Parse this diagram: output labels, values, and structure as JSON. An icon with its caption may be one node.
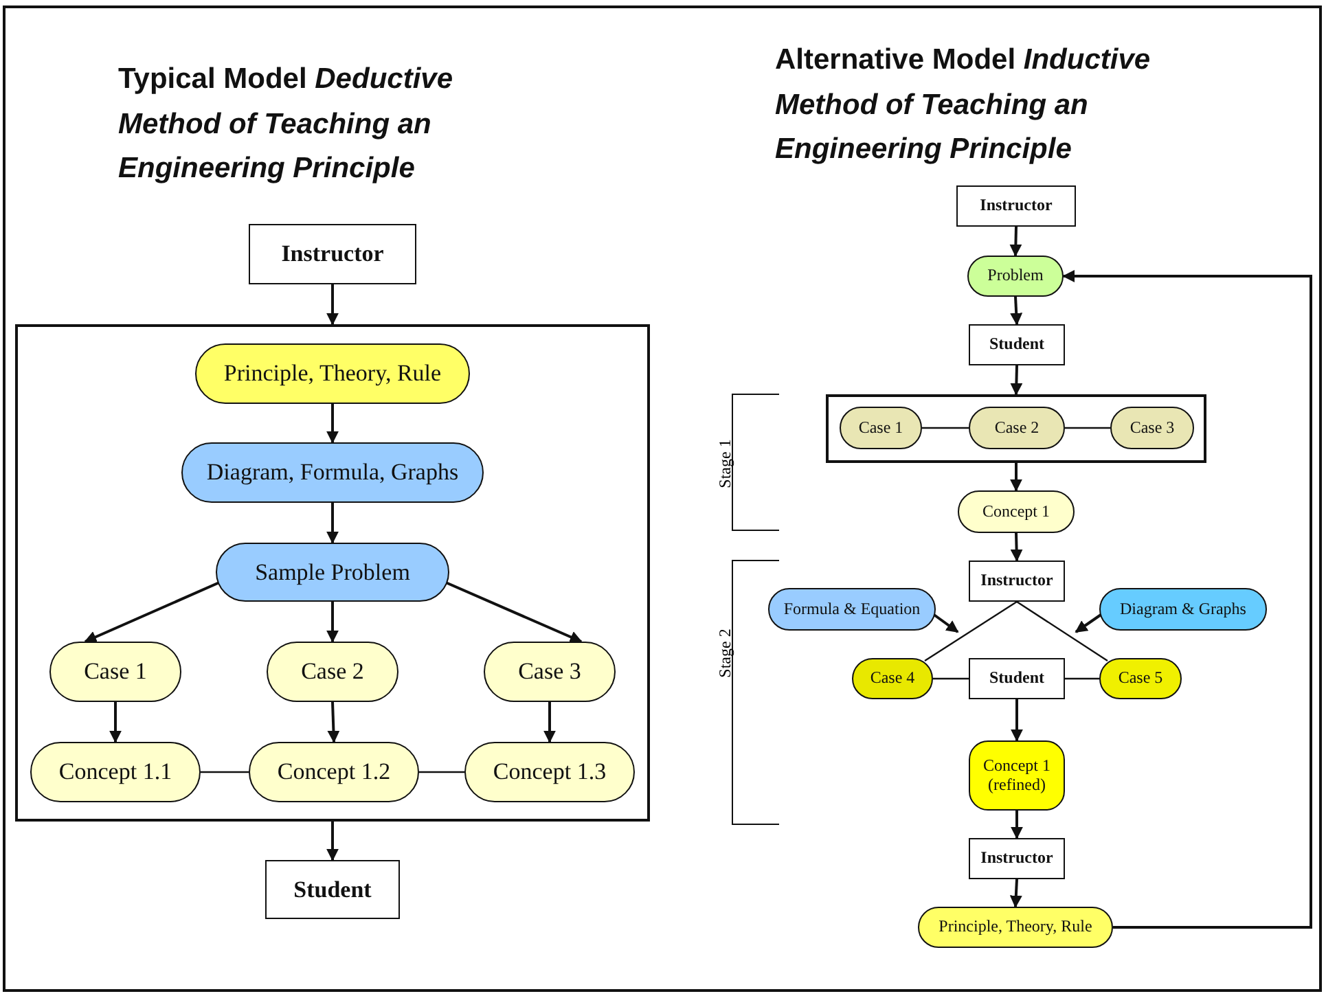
{
  "diagram": {
    "nodes": [
      {
        "text": [
          "Instructor"
        ]
      },
      {
        "text": [],
        "shape": "box"
      },
      {
        "text": [
          "Principle, Theory, Rule"
        ],
        "in": 1
      },
      {
        "text": [
          "Diagram, Formula, Graphs"
        ],
        "in": 1
      },
      {
        "text": [
          "Sample Problem"
        ],
        "in": 1
      },
      {
        "text": [
          "Case 1"
        ],
        "in": 1
      },
      {
        "text": [
          "Case 2"
        ],
        "in": 1
      },
      {
        "text": [
          "Case 3"
        ],
        "in": 1
      },
      {
        "text": [
          "Concept 1.1"
        ],
        "in": 1
      },
      {
        "text": [
          "Concept 1.2"
        ],
        "in": 1
      },
      {
        "text": [
          "Concept 1.3"
        ],
        "in": 1
      },
      {
        "text": [
          "Student"
        ]
      },
      {
        "text": [
          "Instructor"
        ]
      },
      {
        "text": [
          "Problem"
        ]
      },
      {
        "text": [
          "Student"
        ]
      },
      {
        "text": [],
        "shape": "box"
      },
      {
        "text": [
          "Case 1"
        ],
        "in": 15
      },
      {
        "text": [
          "Case 2"
        ],
        "in": 15
      },
      {
        "text": [
          "Case 3"
        ],
        "in": 15
      },
      {
        "text": [
          "Concept 1"
        ]
      },
      {
        "text": [
          "Instructor"
        ]
      },
      {
        "text": [
          "Formula & Equation"
        ]
      },
      {
        "text": [
          "Diagram & Graphs"
        ]
      },
      {
        "text": [
          "Case 4"
        ]
      },
      {
        "text": [
          "Student"
        ]
      },
      {
        "text": [
          "Case 5"
        ]
      },
      {
        "text": [
          "Concept 1 (refined)"
        ]
      },
      {
        "text": [
          "Instructor"
        ]
      },
      {
        "text": [
          "Principle, Theory, Rule"
        ]
      }
    ],
    "edges": [
      {
        "from": 0,
        "to": 1,
        "arrow": "to"
      },
      {
        "from": 2,
        "to": 3,
        "arrow": "to"
      },
      {
        "from": 3,
        "to": 4,
        "arrow": "to"
      },
      {
        "from": 4,
        "to": 5,
        "arrow": "to"
      },
      {
        "from": 4,
        "to": 6,
        "arrow": "to"
      },
      {
        "from": 4,
        "to": 7,
        "arrow": "to"
      },
      {
        "from": 5,
        "to": 8,
        "arrow": "to"
      },
      {
        "from": 6,
        "to": 9,
        "arrow": "to"
      },
      {
        "from": 7,
        "to": 10,
        "arrow": "to"
      },
      {
        "from": 8,
        "to": 9,
        "arrow": "none"
      },
      {
        "from": 9,
        "to": 10,
        "arrow": "none"
      },
      {
        "from": 1,
        "to": 11,
        "arrow": "to"
      },
      {
        "from": 12,
        "to": 13,
        "arrow": "to"
      },
      {
        "from": 13,
        "to": 14,
        "arrow": "to"
      },
      {
        "from": 14,
        "to": 15,
        "arrow": "to"
      },
      {
        "from": 16,
        "to": 17,
        "arrow": "none"
      },
      {
        "from": 17,
        "to": 18,
        "arrow": "none"
      },
      {
        "from": 15,
        "to": 19,
        "arrow": "to"
      },
      {
        "from": 19,
        "to": 20,
        "arrow": "to"
      },
      {
        "from": 20,
        "to": 23,
        "arrow": "none"
      },
      {
        "from": 20,
        "to": 25,
        "arrow": "none"
      },
      {
        "from": 21,
        "to": null,
        "arrow": "to"
      },
      {
        "from": 22,
        "to": null,
        "arrow": "to"
      },
      {
        "from": 23,
        "to": 24,
        "arrow": "none"
      },
      {
        "from": 24,
        "to": 25,
        "arrow": "none"
      },
      {
        "from": 24,
        "to": 26,
        "arrow": "to"
      },
      {
        "from": 26,
        "to": 27,
        "arrow": "to"
      },
      {
        "from": 27,
        "to": 28,
        "arrow": "to"
      },
      {
        "from": 28,
        "to": 13,
        "arrow": "to"
      }
    ],
    "labels": [
      "Typical Model *Deductive Method of Teaching an Engineering Principle*",
      "Alternative Model *Inductive Method of Teaching an Engineering Principle*",
      "Stage 1",
      "Stage 2"
    ]
  }
}
